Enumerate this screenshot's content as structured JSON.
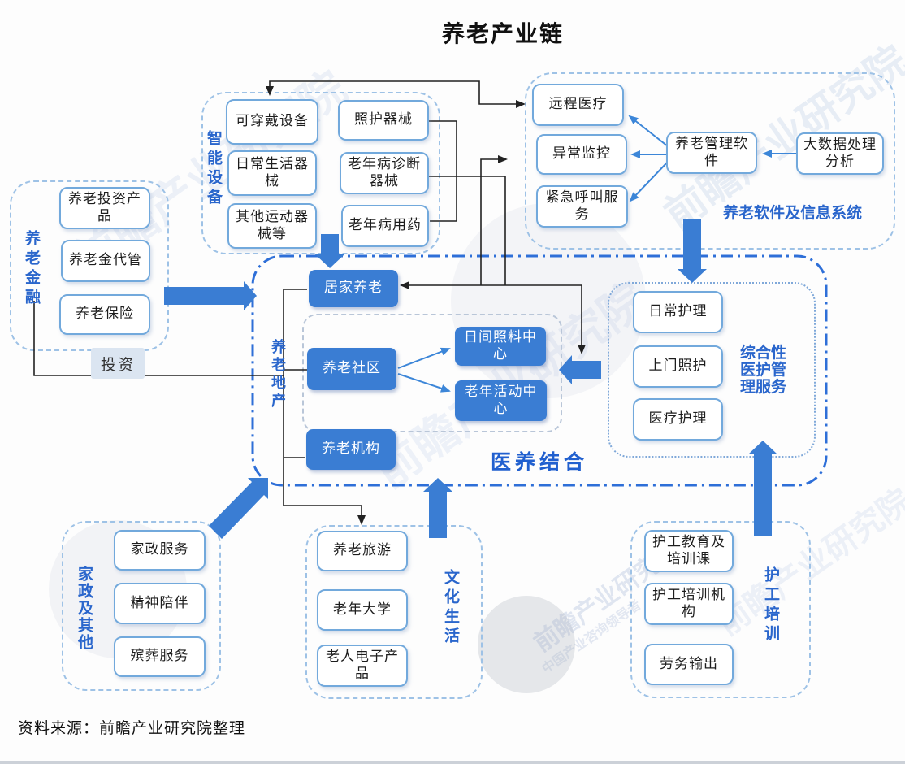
{
  "title": "养老产业链",
  "source_note": "资料来源：前瞻产业研究院整理",
  "watermark": {
    "brand_text": "前瞻产业研究院",
    "sub_text": "中国产业咨询领导者"
  },
  "colors": {
    "box_blue": "#3a7dd3",
    "box_border_blue": "#72a9dc",
    "label_blue": "#2a66cc",
    "group_border_light": "#9ec2e6",
    "central_border_blue": "#2e6fd8",
    "line_black": "#222222",
    "thin_arrow_blue": "#3c86d8"
  },
  "groups": {
    "smart_devices": {
      "label": "智能设备",
      "items": [
        "可穿戴设备",
        "照护器械",
        "日常生活器械",
        "老年病诊断器械",
        "其他运动器械等",
        "老年病用药"
      ]
    },
    "software": {
      "label": "养老软件及信息系统",
      "items": [
        "远程医疗",
        "异常监控",
        "紧急呼叫服务",
        "养老管理软件",
        "大数据处理分析"
      ]
    },
    "finance": {
      "label": "养老金融",
      "edge_label": "投资",
      "items": [
        "养老投资产品",
        "养老金代管",
        "养老保险"
      ]
    },
    "central": {
      "label": "医养结合",
      "estate_label": "养老地产",
      "items": [
        "居家养老",
        "养老社区",
        "日间照料中心",
        "老年活动中心",
        "养老机构"
      ]
    },
    "medical_care": {
      "label": "综合性医护管理服务",
      "items": [
        "日常护理",
        "上门照护",
        "医疗护理"
      ]
    },
    "housework": {
      "label": "家政及其他",
      "items": [
        "家政服务",
        "精神陪伴",
        "殡葬服务"
      ]
    },
    "culture": {
      "label": "文化生活",
      "items": [
        "养老旅游",
        "老年大学",
        "老人电子产品"
      ]
    },
    "training": {
      "label": "护工培训",
      "items": [
        "护工教育及培训课",
        "护工培训机构",
        "劳务输出"
      ]
    }
  }
}
